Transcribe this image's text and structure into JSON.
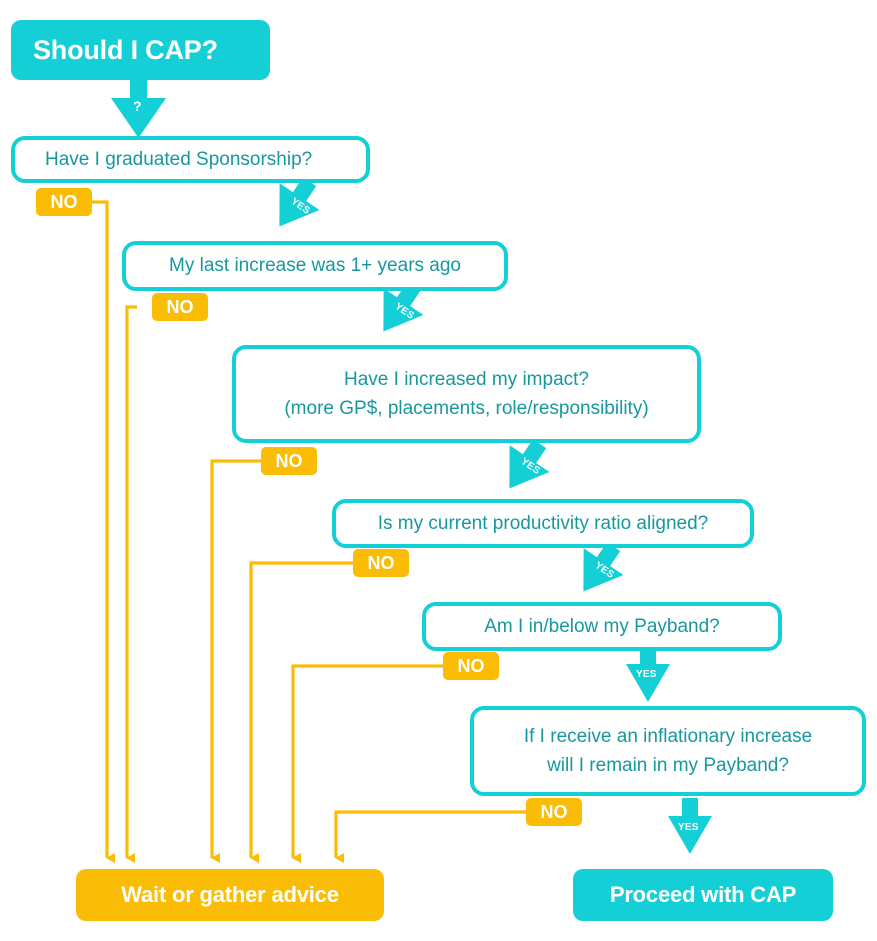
{
  "diagram": {
    "title": "Should I CAP?",
    "colors": {
      "teal": "#15CFD6",
      "teal_text": "#17989E",
      "amber": "#FBBC05",
      "white": "#FFFFFF"
    },
    "start_node": {
      "label": "Should I CAP?"
    },
    "decisions": [
      {
        "id": "graduated",
        "line1": "Have I graduated Sponsorship?",
        "line2": ""
      },
      {
        "id": "last_increase",
        "line1": "My last increase was 1+ years ago",
        "line2": ""
      },
      {
        "id": "impact",
        "line1": "Have I increased my impact?",
        "line2": "(more GP$, placements, role/responsibility)"
      },
      {
        "id": "productivity",
        "line1": "Is my current productivity  ratio aligned?",
        "line2": ""
      },
      {
        "id": "payband",
        "line1": "Am I in/below my Payband?",
        "line2": ""
      },
      {
        "id": "inflationary",
        "line1": "If I receive an inflationary  increase",
        "line2": "will I remain in my Payband?"
      }
    ],
    "edge_labels": {
      "no": "NO",
      "yes": "YES",
      "question": "?"
    },
    "no_badges": [
      "NO",
      "NO",
      "NO",
      "NO",
      "NO",
      "NO"
    ],
    "yes_badges": [
      "YES",
      "YES",
      "YES",
      "YES",
      "YES",
      "YES"
    ],
    "outcomes": {
      "negative": "Wait or gather advice",
      "positive": "Proceed with CAP"
    }
  }
}
